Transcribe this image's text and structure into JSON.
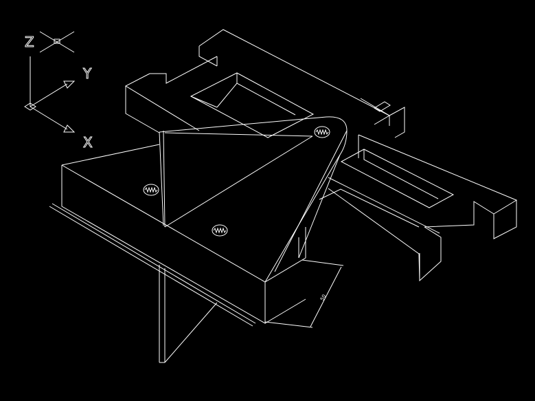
{
  "colors": {
    "background": "#000000",
    "linework": "#ffffff"
  },
  "ucs_icon": {
    "z_label": "Z",
    "y_label": "Y",
    "x_label": "X"
  },
  "dimension": {
    "value": "50"
  }
}
